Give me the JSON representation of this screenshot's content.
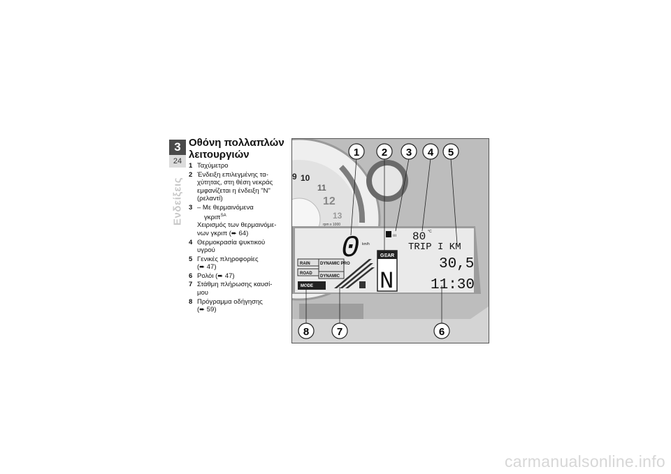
{
  "chapter": {
    "number": "3",
    "page": "24",
    "section_title": "Ενδείξεις"
  },
  "heading": "Οθόνη πολλαπλών λειτουργιών",
  "items": [
    {
      "n": "1",
      "lines": [
        "Ταχύμετρο"
      ]
    },
    {
      "n": "2",
      "lines": [
        "Ένδειξη επιλεγμένης τα-",
        "χύτητας, στη θέση νεκράς",
        "εμφανίζεται η ένδειξη \"N\"",
        "(ρελαντί)"
      ]
    },
    {
      "n": "3",
      "bullet": "– Με θερμαινόμενα",
      "bullet2": "γκριπ",
      "sa": "SA",
      "lines": [
        "Χειρισμός των θερμαινόμε-",
        "νων γκριπ  (➨ 64)"
      ]
    },
    {
      "n": "4",
      "lines": [
        "Θερμοκρασία ψυκτικού",
        "υγρού"
      ]
    },
    {
      "n": "5",
      "lines": [
        "Γενικές πληροφορίες",
        "(➨ 47)"
      ]
    },
    {
      "n": "6",
      "lines": [
        "Ρολόι  (➨ 47)"
      ]
    },
    {
      "n": "7",
      "lines": [
        "Στάθμη πλήρωσης καυσί-",
        "μου"
      ]
    },
    {
      "n": "8",
      "lines": [
        "Πρόγραμμα οδήγησης",
        "(➨ 59)"
      ]
    }
  ],
  "figure": {
    "callouts_top": [
      "1",
      "2",
      "3",
      "4",
      "5"
    ],
    "callouts_bottom": [
      "8",
      "7",
      "6"
    ],
    "tach_numbers": [
      "9",
      "10",
      "11",
      "12",
      "13"
    ],
    "tach_unit": "rpm x 1000",
    "speed": "0",
    "speed_unit": "km/h",
    "gear_label": "GEAR",
    "gear": "N",
    "temp": "80",
    "temp_unit": "°C",
    "info_line": "TRIP I  KM",
    "trip_value": "30,5",
    "clock": "11:30",
    "modes": [
      "RAIN",
      "DYNAMIC PRO",
      "ROAD",
      "DYNAMIC"
    ],
    "mode_label": "MODE"
  },
  "watermark": "carmanualsonline.info"
}
